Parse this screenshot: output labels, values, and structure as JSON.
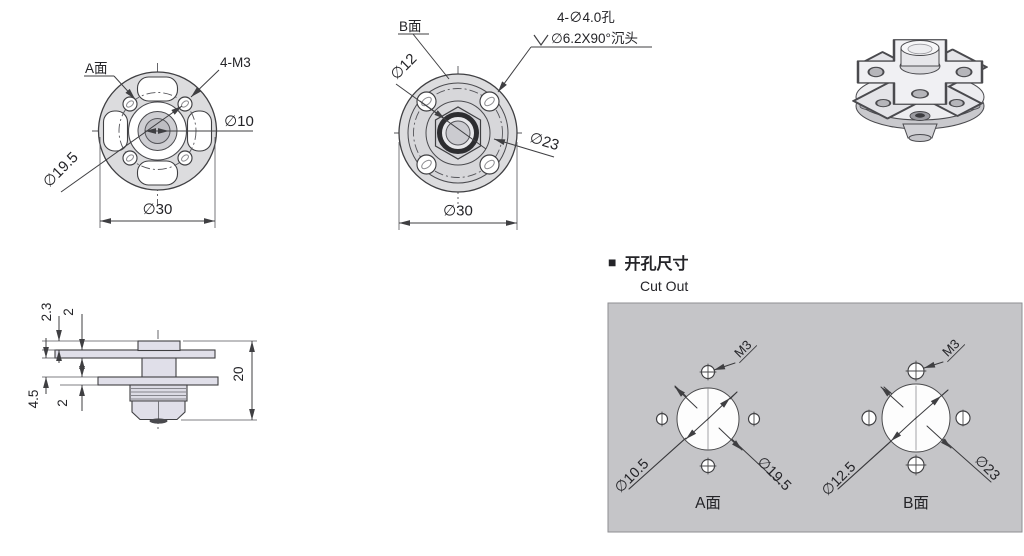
{
  "colors": {
    "line": "#3f3f42",
    "part_fill": "#dcdcde",
    "panel_fill": "#c5c5c8",
    "background": "#ffffff"
  },
  "views": {
    "front_a": {
      "face_label": "A面",
      "thread_label": "4-M3",
      "bore_dim": "∅10",
      "bolt_circle_dim": "∅19.5",
      "outer_dim": "∅30"
    },
    "front_b": {
      "face_label": "B面",
      "center_dim": "∅12",
      "hole_note_line1": "4-∅4.0孔",
      "hole_note_line2": "∅6.2X90°沉头",
      "bolt_circle_dim": "∅23",
      "outer_dim": "∅30"
    },
    "side": {
      "dim_boss_height": "2.3",
      "dim_top_plate_thickness": "2",
      "dim_plate_gap": "4.5",
      "dim_bottom_plate_thickness": "2",
      "dim_total_height": "20"
    }
  },
  "cutout_section": {
    "bullet": "■",
    "title_cn": "开孔尺寸",
    "title_en": "Cut Out",
    "face_a": {
      "thread_label": "M3",
      "center_hole_dim": "∅10.5",
      "bolt_circle_dim": "∅19.5",
      "face_label": "A面"
    },
    "face_b": {
      "thread_label": "M3",
      "center_hole_dim": "∅12.5",
      "bolt_circle_dim": "∅23",
      "face_label": "B面"
    }
  }
}
